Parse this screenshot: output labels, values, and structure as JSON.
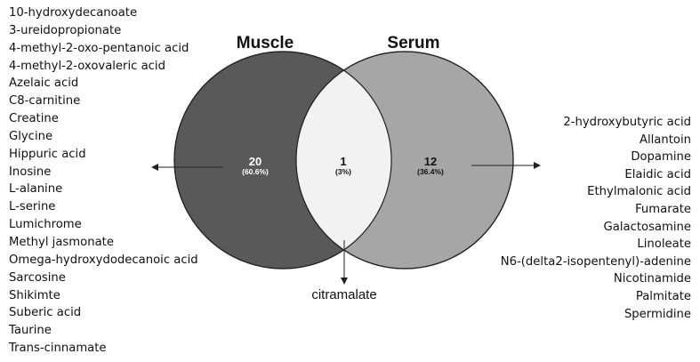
{
  "sets": {
    "muscle": {
      "title": "Muscle",
      "unique_count": "20",
      "unique_percent": "(60.6%)",
      "fill": "#595959",
      "metabolites": [
        "10-hydroxydecanoate",
        "3-ureidopropionate",
        "4-methyl-2-oxo-pentanoic acid",
        "4-methyl-2-oxovaleric acid",
        "Azelaic acid",
        "C8-carnitine",
        "Creatine",
        "Glycine",
        "Hippuric acid",
        "Inosine",
        "L-alanine",
        "L-serine",
        "Lumichrome",
        "Methyl jasmonate",
        "Omega-hydroxydodecanoic acid",
        "Sarcosine",
        "Shikimte",
        "Suberic acid",
        "Taurine",
        "Trans-cinnamate"
      ]
    },
    "serum": {
      "title": "Serum",
      "unique_count": "12",
      "unique_percent": "(36.4%)",
      "fill": "#a6a6a6",
      "metabolites": [
        "2-hydroxybutyric acid",
        "Allantoin",
        "Dopamine",
        "Elaidic acid",
        "Ethylmalonic acid",
        "Fumarate",
        "Galactosamine",
        "Linoleate",
        "N6-(delta2-isopentenyl)-adenine",
        "Nicotinamide",
        "Palmitate",
        "Spermidine"
      ]
    },
    "overlap": {
      "count": "1",
      "percent": "(3%)",
      "fill": "#f2f2f2",
      "metabolites": [
        "citramalate"
      ]
    }
  }
}
